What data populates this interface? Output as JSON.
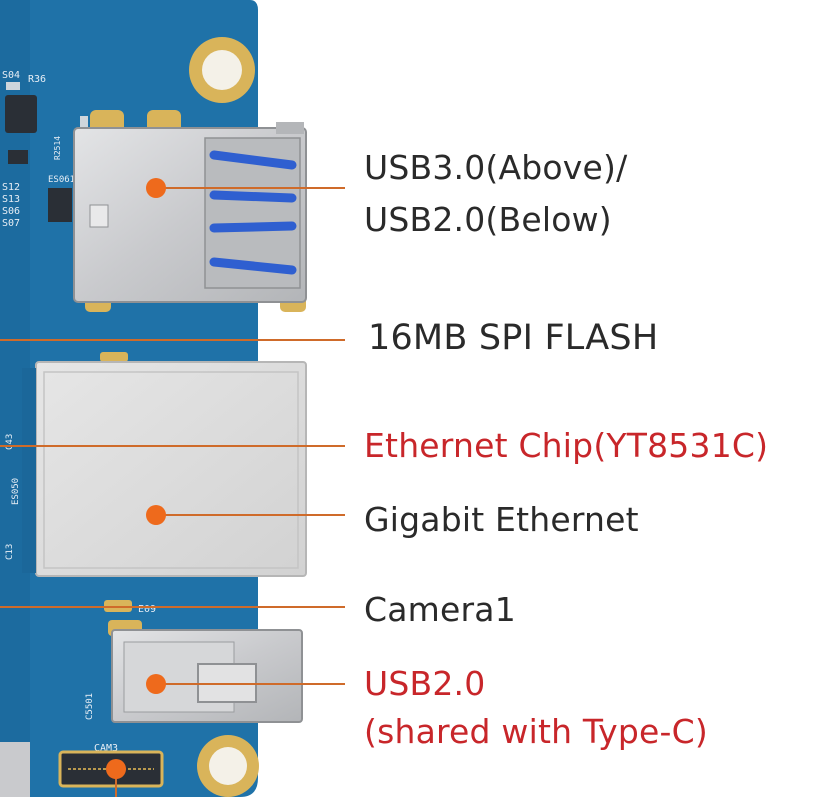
{
  "labels": {
    "usb3_line1": "USB3.0(Above)/",
    "usb3_line2": "USB2.0(Below)",
    "spi_flash": "16MB SPI FLASH",
    "ethernet_chip": "Ethernet Chip(YT8531C)",
    "gigabit": "Gigabit Ethernet",
    "camera": "Camera1",
    "usb2_line1": "USB2.0",
    "usb2_line2": "(shared with Type-C)"
  },
  "silkscreen": {
    "r36": "R36",
    "s04": "S04",
    "s12": "S12",
    "s13": "S13",
    "s06": "S06",
    "s07": "S07",
    "es061": "ES061",
    "r2514": "R2514",
    "es09": "E09",
    "c5501": "C5501",
    "cam3": "CAM3",
    "c13": "C13",
    "c43": "C43",
    "es050": "ES050"
  },
  "colors": {
    "board": "#1f72a8",
    "board_dark": "#175e8d",
    "metal": "#cfd0d2",
    "metal_dark": "#9ea0a3",
    "gold": "#d9b45a",
    "leader": "#cf6b2a",
    "dot": "#ee6a1c",
    "usb_blue": "#2f5fd0",
    "label_black": "#2a2a2a",
    "label_red": "#c8262a"
  }
}
